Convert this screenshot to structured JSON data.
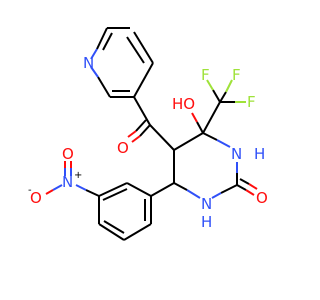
{
  "molecule": {
    "atoms": {
      "N_pyridine": "N",
      "O_carbonyl": "O",
      "OH": "HO",
      "F1": "F",
      "F2": "F",
      "F3": "F",
      "NH_upper": "N",
      "H_upper": "H",
      "NH_lower": "N",
      "H_lower": "H",
      "O_urea": "O",
      "N_nitro": "N",
      "N_nitro_charge": "+",
      "O_nitro_top": "O",
      "O_nitro_left": "O",
      "O_nitro_left_charge": "-"
    },
    "colors": {
      "carbon": "#000000",
      "oxygen": "#ff0d0d",
      "nitrogen": "#3050f8",
      "fluorine": "#9fe23a"
    }
  }
}
